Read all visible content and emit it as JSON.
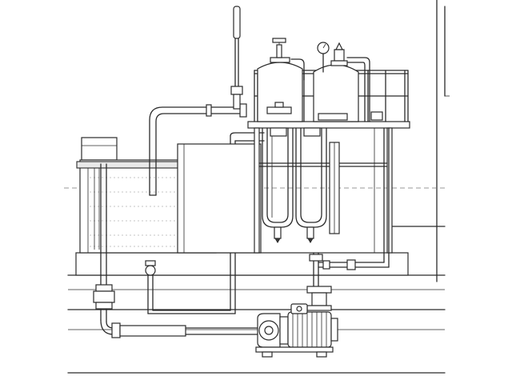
{
  "diagram": {
    "kind": "water-treatment-plant-elevation-drawing",
    "components": [
      {
        "id": "open-tank",
        "icon": "tank-icon"
      },
      {
        "id": "filter-vessel-left",
        "icon": "filter-vessel-icon"
      },
      {
        "id": "filter-vessel-right",
        "icon": "filter-vessel-icon"
      },
      {
        "id": "pressure-gauge",
        "icon": "gauge-icon"
      },
      {
        "id": "centrifugal-pump",
        "icon": "pump-icon"
      },
      {
        "id": "electric-motor",
        "icon": "motor-icon"
      },
      {
        "id": "inline-valve",
        "icon": "valve-icon"
      },
      {
        "id": "safety-railing",
        "icon": "railing-icon"
      }
    ],
    "colors": {
      "line": "#2b2b2b",
      "background": "#ffffff",
      "hatch": "#7a7a7a"
    }
  }
}
